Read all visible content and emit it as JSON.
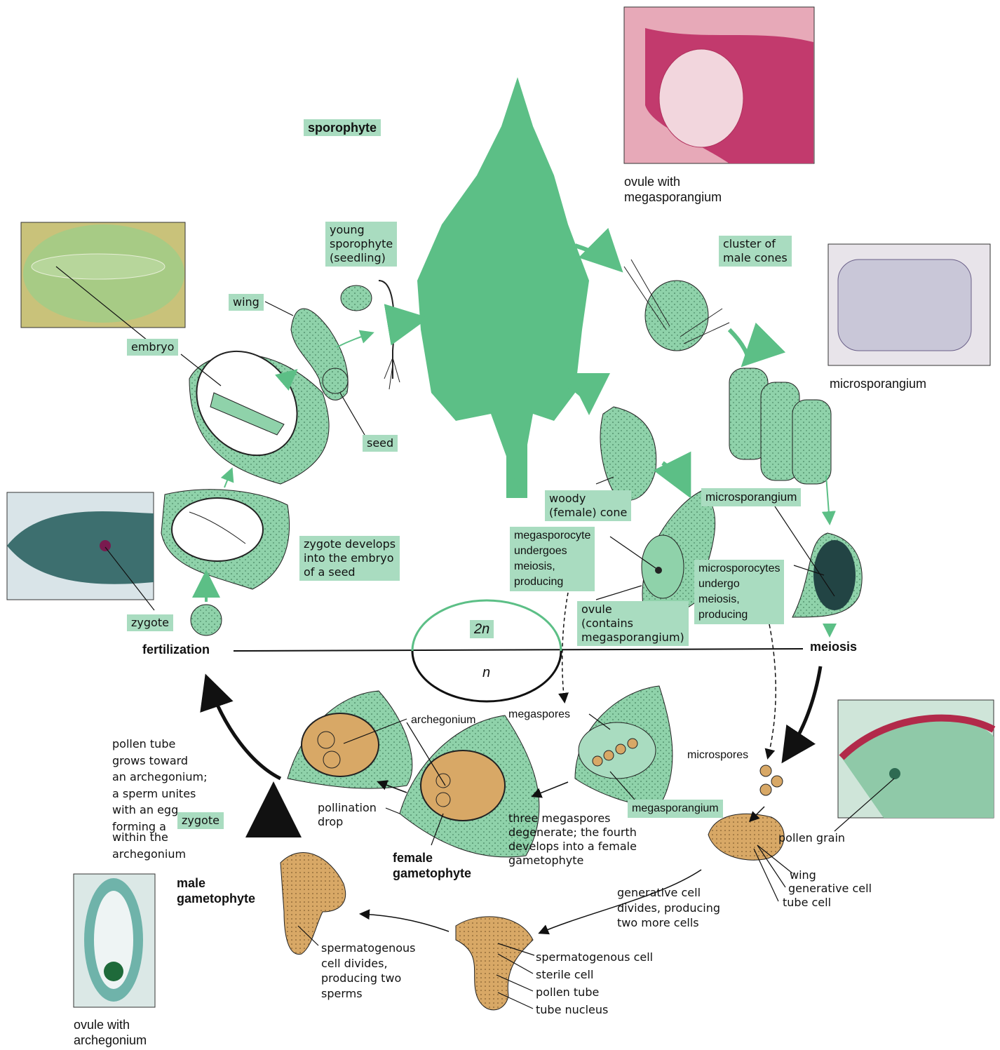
{
  "labels": {
    "sporophyte": "sporophyte",
    "young_sporophyte": "young\nsporophyte\n(seedling)",
    "wing": "wing",
    "embryo": "embryo",
    "seed": "seed",
    "zygote_develops": "zygote develops\ninto the embryo\nof a seed",
    "zygote": "zygote",
    "fertilization": "fertilization",
    "cluster_male_cones": "cluster of\nmale cones",
    "microsporangium_photo": "microsporangium",
    "microsporangium": "microsporangium",
    "woody_cone": "woody\n(female) cone",
    "megasporocyte": "megasporocyte\nundergoes\nmeiosis,\nproducing",
    "ovule": "ovule\n(contains\nmegasporangium)",
    "microsporocytes": "microsporocytes\nundergo\nmeiosis,\nproducing",
    "meiosis": "meiosis",
    "two_n": "2n",
    "n": "n",
    "megaspores": "megaspores",
    "microspores": "microspores",
    "megasporangium": "megasporangium",
    "archegonium": "archegonium",
    "pollination_drop": "pollination\ndrop",
    "female_gametophyte": "female\ngametophyte",
    "three_megaspores": "three megaspores\ndegenerate; the fourth\ndevelops into a female\ngametophyte",
    "pollen_tube_text": "pollen tube\ngrows toward\nan archegonium;\na sperm unites\nwith an egg,\nforming a",
    "pollen_tube_zygote": "zygote",
    "pollen_tube_text2": "within the\narchegonium",
    "male_gametophyte": "male\ngametophyte",
    "pollen_grain": "pollen grain",
    "wing_small": "wing",
    "generative_cell": "generative cell",
    "tube_cell": "tube cell",
    "generative_divides": "generative cell\ndivides, producing\ntwo more cells",
    "spermatogenous_divides": "spermatogenous\ncell divides,\nproducing two\nsperms",
    "spermatogenous_cell": "spermatogenous cell",
    "sterile_cell": "sterile cell",
    "pollen_tube": "pollen tube",
    "tube_nucleus": "tube nucleus",
    "ovule_megasporangium": "ovule with\nmegasporangium",
    "ovule_archegonium": "ovule with\narchegonium"
  },
  "colors": {
    "green_fill": "#7fcca0",
    "label_bg": "#a9dcc0",
    "tan_fill": "#d9a86a",
    "arrow_green": "#5cbf86"
  }
}
